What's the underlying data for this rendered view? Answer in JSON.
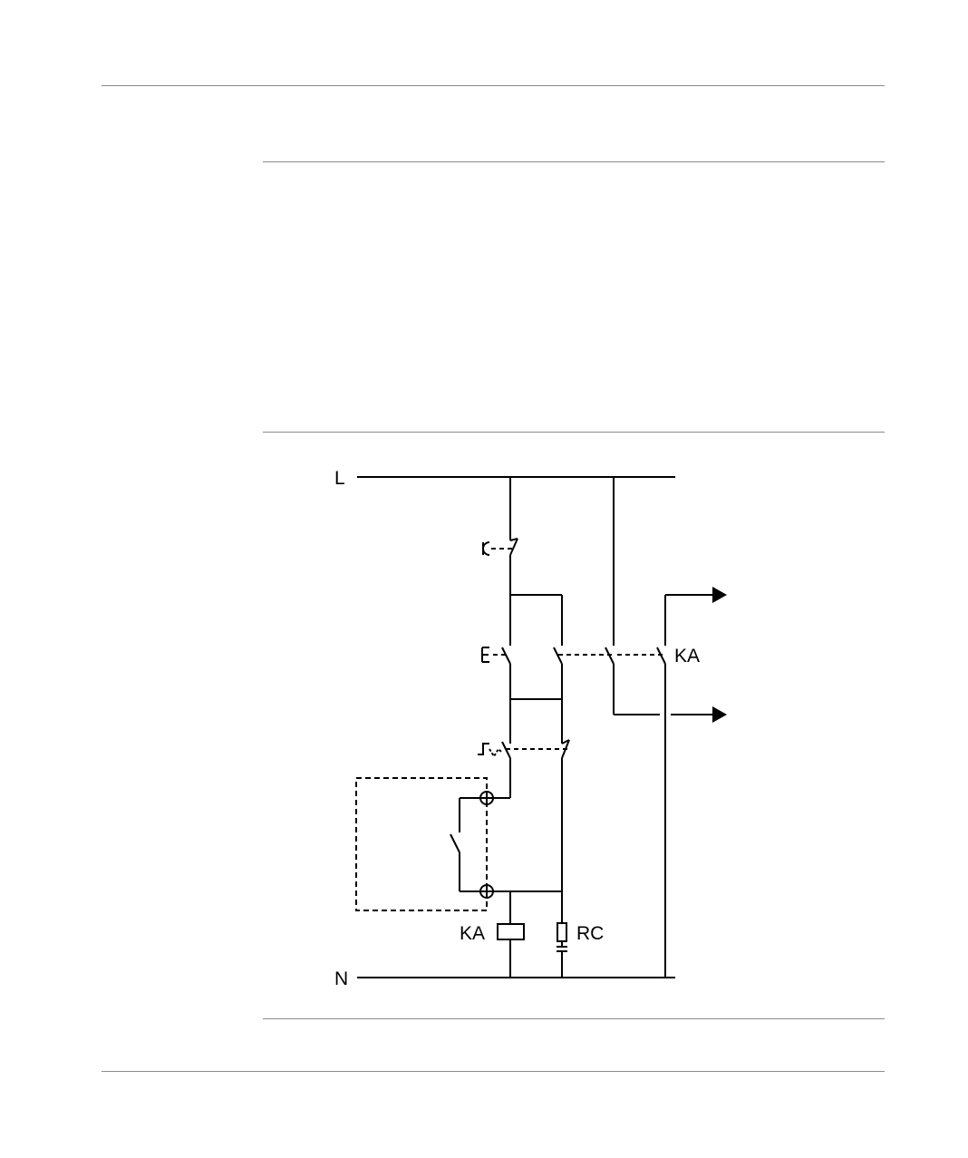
{
  "diagram": {
    "labels": {
      "line": "L",
      "neutral": "N",
      "contactor_contacts": "KA",
      "relay_coil": "KA",
      "snubber": "RC"
    }
  }
}
